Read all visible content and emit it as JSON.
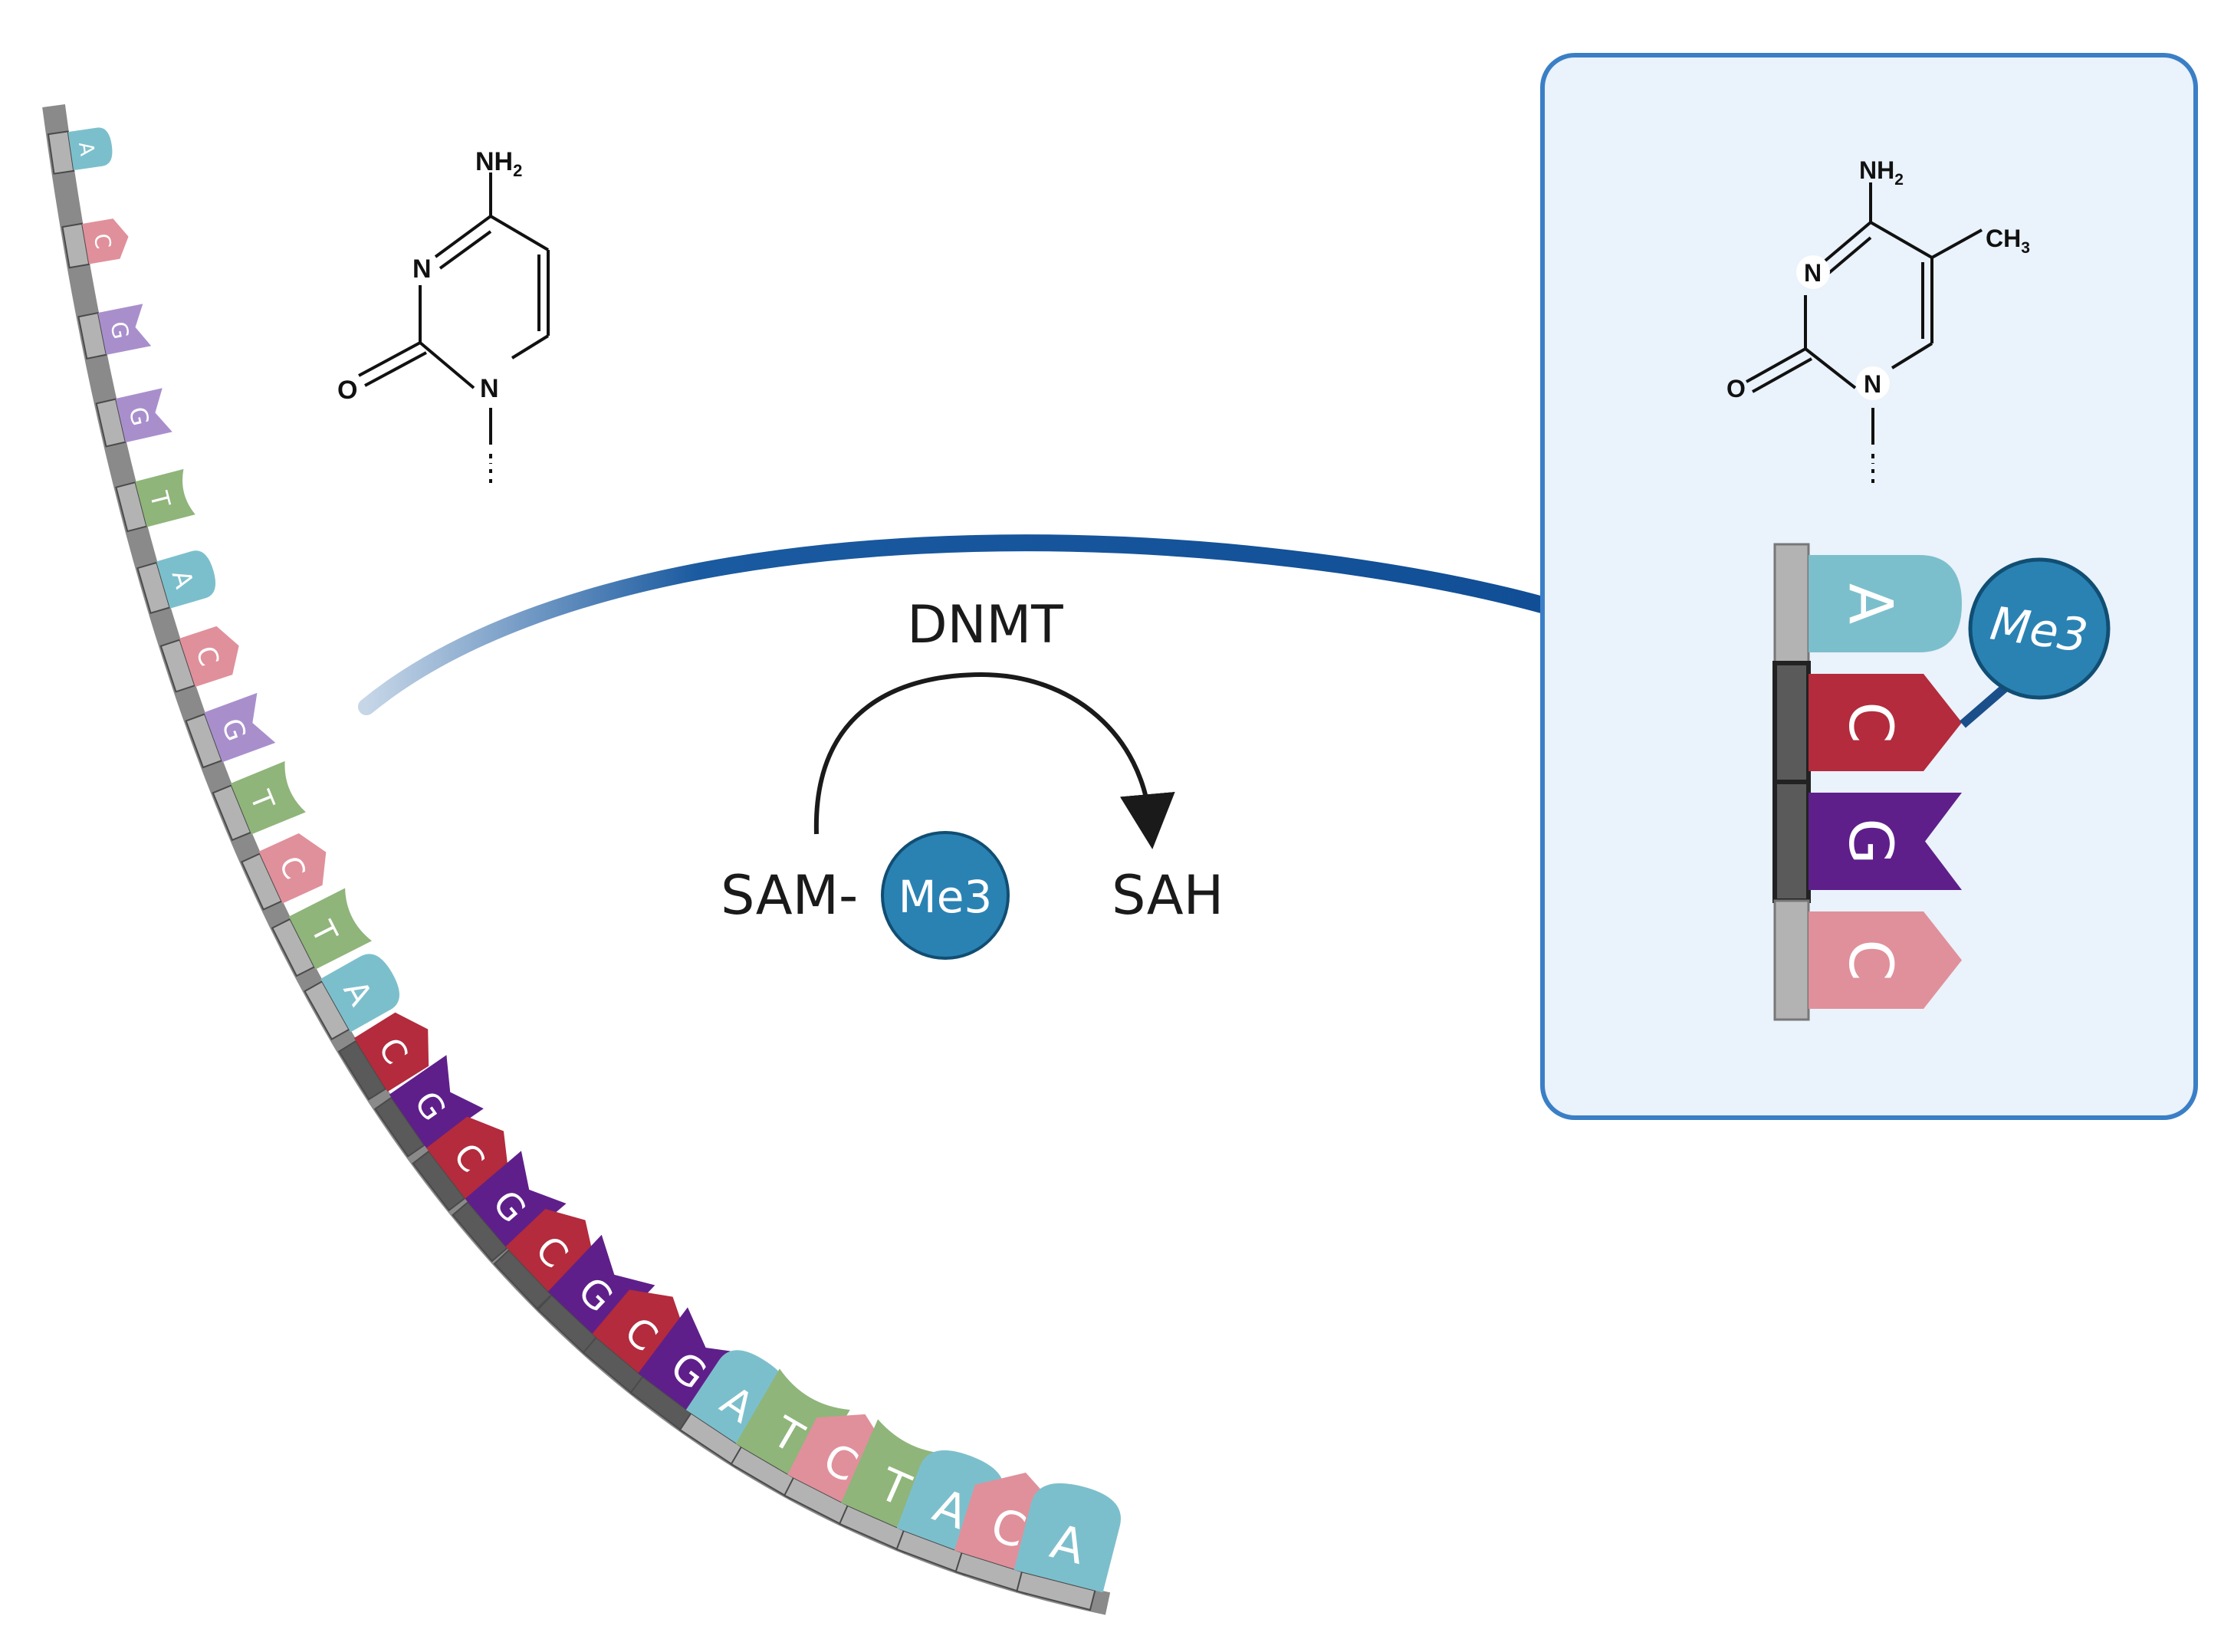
{
  "strand": {
    "bases": [
      {
        "letter": "A",
        "cpg": false
      },
      {
        "letter": "C",
        "cpg": false
      },
      {
        "letter": "G",
        "cpg": false
      },
      {
        "letter": "G",
        "cpg": false
      },
      {
        "letter": "T",
        "cpg": false
      },
      {
        "letter": "A",
        "cpg": false
      },
      {
        "letter": "C",
        "cpg": false
      },
      {
        "letter": "G",
        "cpg": false
      },
      {
        "letter": "T",
        "cpg": false
      },
      {
        "letter": "C",
        "cpg": false
      },
      {
        "letter": "T",
        "cpg": false
      },
      {
        "letter": "A",
        "cpg": false
      },
      {
        "letter": "C",
        "cpg": true
      },
      {
        "letter": "G",
        "cpg": true
      },
      {
        "letter": "C",
        "cpg": true
      },
      {
        "letter": "G",
        "cpg": true
      },
      {
        "letter": "C",
        "cpg": true
      },
      {
        "letter": "G",
        "cpg": true
      },
      {
        "letter": "C",
        "cpg": true
      },
      {
        "letter": "G",
        "cpg": true
      },
      {
        "letter": "A",
        "cpg": false
      },
      {
        "letter": "T",
        "cpg": false
      },
      {
        "letter": "C",
        "cpg": false
      },
      {
        "letter": "T",
        "cpg": false
      },
      {
        "letter": "A",
        "cpg": false
      },
      {
        "letter": "C",
        "cpg": false
      },
      {
        "letter": "A",
        "cpg": false
      }
    ]
  },
  "colors": {
    "A": "#7cbfcc",
    "C_light": "#e0909b",
    "C_dark": "#b32b3c",
    "G_light": "#a88fcc",
    "G_dark": "#5e1f8a",
    "T": "#8fb57a",
    "backbone": "#b3b3b3",
    "backbone_dark": "#5a5a5a",
    "arrow": "#1a5aa0",
    "methyl": "#2a82b3",
    "panel_fill": "#eaf2fb",
    "panel_border": "#3a7fc6"
  },
  "reaction": {
    "enzyme": "DNMT",
    "substrate_prefix": "SAM-",
    "methyl_label": "Me3",
    "product": "SAH"
  },
  "cytosine": {
    "amino": "NH",
    "amino_sub": "2",
    "n3": "N",
    "n1": "N",
    "oxygen": "O"
  },
  "methylcytosine": {
    "amino": "NH",
    "amino_sub": "2",
    "methyl": "CH",
    "methyl_sub": "3",
    "n3": "N",
    "n1": "N",
    "oxygen": "O"
  },
  "inset": {
    "bases": [
      {
        "letter": "A",
        "tone": "A"
      },
      {
        "letter": "C",
        "tone": "C_dark"
      },
      {
        "letter": "G",
        "tone": "G_dark"
      },
      {
        "letter": "C",
        "tone": "C_light"
      }
    ],
    "methyl_label": "Me3"
  }
}
